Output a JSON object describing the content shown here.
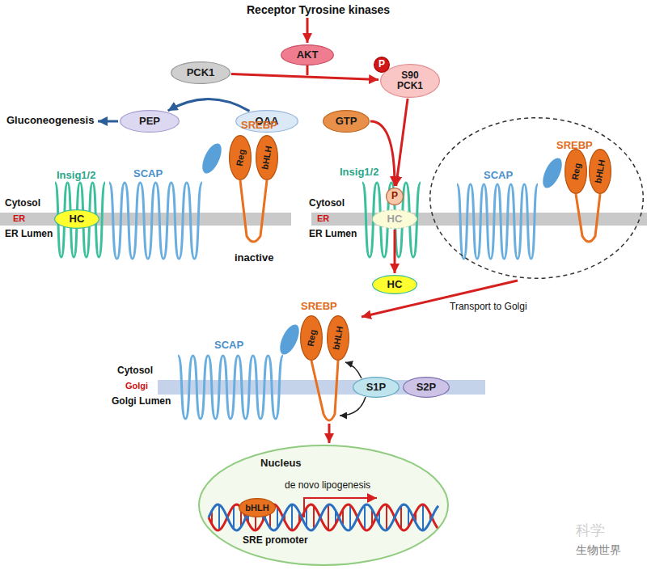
{
  "diagram": {
    "nodes": [
      {
        "text": [
          "AKT"
        ]
      },
      {
        "text": [
          "PCK1"
        ]
      },
      {
        "text": [
          "S90 PCK1"
        ]
      },
      {
        "text": [
          "P"
        ]
      },
      {
        "text": [
          "PEP"
        ]
      },
      {
        "text": [
          "OAA"
        ]
      },
      {
        "text": [
          "GTP"
        ]
      },
      {
        "text": [
          "HC"
        ]
      },
      {
        "text": [
          "Reg"
        ]
      },
      {
        "text": [
          "bHLH"
        ]
      },
      {
        "text": [
          "P"
        ]
      },
      {
        "text": [
          "HC"
        ]
      },
      {
        "text": [
          "SCAP",
          "SREBP"
        ]
      },
      {
        "text": [
          "Reg"
        ],
        "in": 12
      },
      {
        "text": [
          "bHLH"
        ],
        "in": 12
      },
      {
        "text": [
          "HC"
        ]
      },
      {
        "text": [
          "Reg"
        ]
      },
      {
        "text": [
          "bHLH"
        ]
      },
      {
        "text": [
          "S1P"
        ]
      },
      {
        "text": [
          "S2P"
        ]
      },
      {
        "text": [
          "Nucleus"
        ]
      },
      {
        "text": [
          "bHLH"
        ],
        "in": 20
      }
    ],
    "edges": [
      {
        "from": 1,
        "to": 2,
        "arrow": "to"
      },
      {
        "from": 5,
        "to": 4,
        "arrow": "to"
      },
      {
        "from": 6,
        "to": 10,
        "arrow": "to"
      },
      {
        "from": 2,
        "to": 10,
        "arrow": "to"
      },
      {
        "from": 11,
        "to": 15,
        "arrow": "to"
      }
    ],
    "labels": [
      "Receptor Tyrosine kinases",
      "Gluconeogenesis",
      "Insig1/2",
      "SCAP",
      "SREBP",
      "Cytosol",
      "ER",
      "ER Lumen",
      "inactive",
      "Insig1/2",
      "Cytosol",
      "ER",
      "ER Lumen",
      "Transport to Golgi",
      "SCAP",
      "SREBP",
      "Cytosol",
      "Golgi",
      "Golgi Lumen",
      "de novo lipogenesis",
      "SRE promoter",
      "科学",
      "生物世界"
    ]
  }
}
